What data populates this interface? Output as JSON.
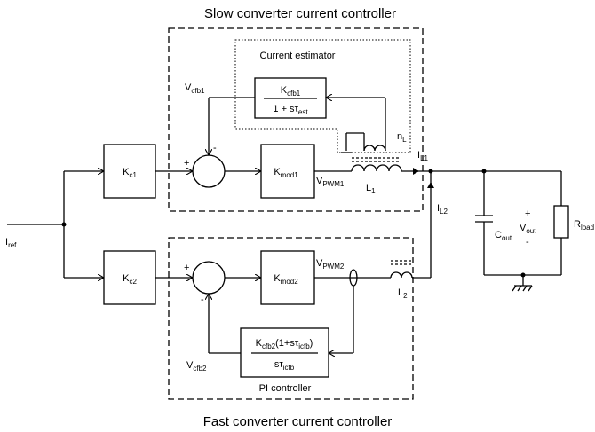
{
  "titles": {
    "top": "Slow converter current controller",
    "bottom": "Fast converter current controller"
  },
  "labels": {
    "current_estimator": "Current estimator",
    "pi_controller": "PI controller",
    "plus": "+",
    "minus": "-"
  },
  "blocks": {
    "kc1": {
      "main": "K",
      "sub": "c1"
    },
    "kc2": {
      "main": "K",
      "sub": "c2"
    },
    "kmod1": {
      "main": "K",
      "sub": "mod1"
    },
    "kmod2": {
      "main": "K",
      "sub": "mod2"
    },
    "kcfb1": {
      "main": "K",
      "sub": "cfb1",
      "den_prefix": "1 + s",
      "den_tau": "τ",
      "den_sub": "est"
    },
    "kcfb2": {
      "main": "K",
      "sub": "cfb2",
      "num_rest1": "(1+s",
      "num_tau": "τ",
      "num_sub": "icfb",
      "num_rest2": ")",
      "den_s": "s",
      "den_tau": "τ",
      "den_sub": "icfb"
    }
  },
  "signals": {
    "iref": {
      "main": "I",
      "sub": "ref"
    },
    "vcfb1": {
      "main": "V",
      "sub": "cfb1"
    },
    "vcfb2": {
      "main": "V",
      "sub": "cfb2"
    },
    "vpwm1": {
      "main": "V",
      "sub": "PWM1"
    },
    "vpwm2": {
      "main": "V",
      "sub": "PWM2"
    },
    "l1": {
      "main": "L",
      "sub": "1"
    },
    "l2": {
      "main": "L",
      "sub": "2"
    },
    "il1": {
      "main": "I",
      "sub": "L1"
    },
    "il2": {
      "main": "I",
      "sub": "L2"
    },
    "nl": {
      "main": "n",
      "sub": "L"
    },
    "cout": {
      "main": "C",
      "sub": "out"
    },
    "vout": {
      "main": "V",
      "sub": "out"
    },
    "rload": {
      "main": "R",
      "sub": "load"
    }
  }
}
